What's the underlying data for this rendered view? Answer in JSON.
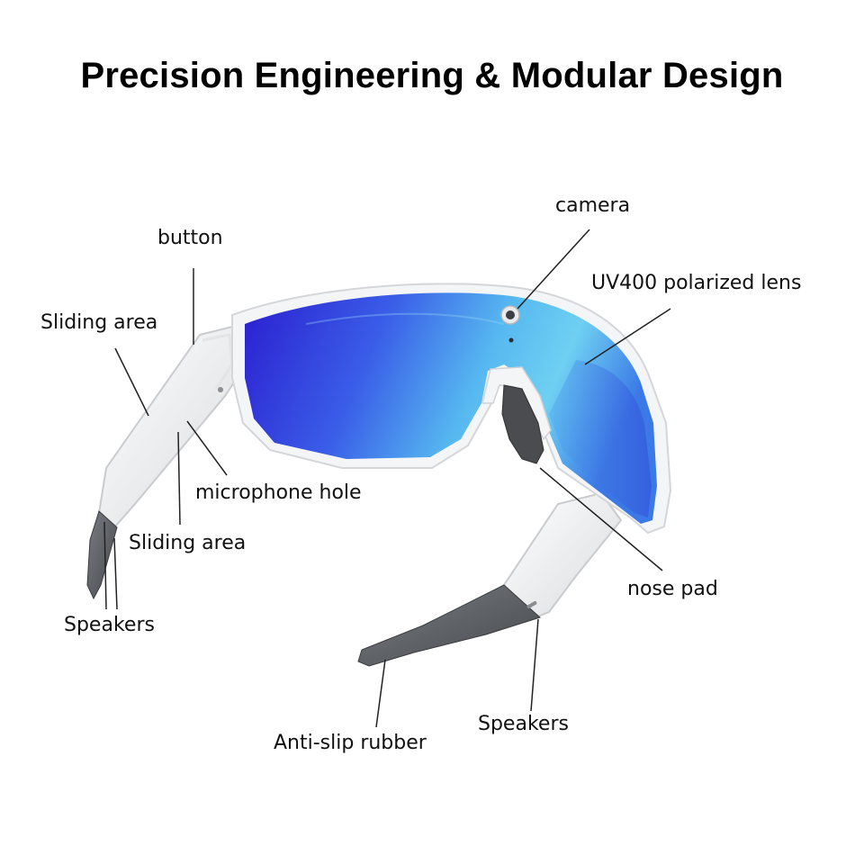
{
  "title": "Precision Engineering & Modular Design",
  "labels": {
    "camera": "camera",
    "lens": "UV400 polarized lens",
    "button": "button",
    "sliding_area_top": "Sliding area",
    "microphone_hole": "microphone hole",
    "sliding_area_bottom": "Sliding area",
    "speakers_left": "Speakers",
    "nose_pad": "nose pad",
    "speakers_right": "Speakers",
    "anti_slip_rubber": "Anti-slip rubber"
  },
  "colors": {
    "lens_blue_dark": "#2a1fd6",
    "lens_blue_light": "#5ec8f0",
    "frame": "#f4f5f6",
    "rubber": "#5f6266",
    "leader_line": "#222222"
  }
}
